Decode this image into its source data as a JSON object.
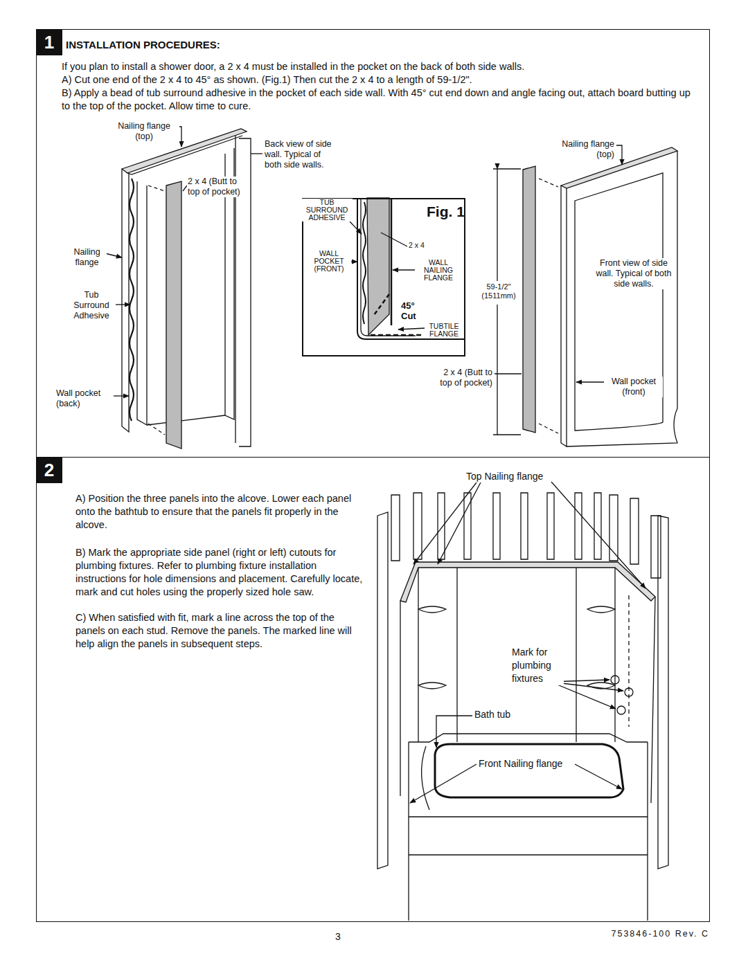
{
  "diagram": {
    "nodes": [
      {
        "text": [
          "INSTALLATION PROCEDURES:",
          "If you plan to install a shower door, a 2 x 4 must be installed in the pocket on the back of both side walls.",
          "A) Cut one end of the 2 x 4 to 45° as shown. (Fig.1) Then cut the 2 x 4 to a length of 59-1/2\".",
          "B) Apply a bead of tub surround adhesive in the pocket of each side wall. With 45° cut end down and angle facing out, attach board butting up to the top of the pocket. Allow time to cure."
        ]
      },
      {
        "text": [
          "1"
        ],
        "in": 0
      },
      {
        "text": [
          "Fig. 1"
        ],
        "in": 0
      },
      {
        "text": [
          "A) Position the three panels into the alcove. Lower each panel onto the bathtub to ensure that the panels fit properly in the alcove.",
          "B) Mark the appropriate side panel (right or left) cutouts for plumbing fixtures. Refer to plumbing fixture installation instructions for hole dimensions and placement. Carefully locate, mark and cut holes using the properly sized hole saw.",
          "C) When satisfied with fit, mark a line across the top of the panels on each stud. Remove the panels. The marked line will help align the panels in subsequent steps."
        ]
      },
      {
        "text": [
          "2"
        ],
        "in": 3
      }
    ],
    "labels": [
      "Nailing flange (top)",
      "2 x 4 (Butt to top of pocket)",
      "Back view of side wall. Typical of both side walls.",
      "Nailing flange",
      "Tub Surround Adhesive",
      "Wall pocket (back)",
      "TUB SURROUND ADHESIVE",
      "WALL POCKET (FRONT)",
      "2 x 4",
      "WALL NAILING FLANGE",
      "45° Cut",
      "TUBTILE FLANGE",
      "Nailing flange (top)",
      "59-1/2\" (1511mm)",
      "2 x 4 (Butt to top of pocket)",
      "Front view of side wall. Typical of both side walls.",
      "Wall pocket (front)",
      "Top Nailing flange",
      "Mark for plumbing fixtures",
      "Bath tub",
      "Front Nailing flange",
      "3",
      "753846-100 Rev. C"
    ]
  }
}
